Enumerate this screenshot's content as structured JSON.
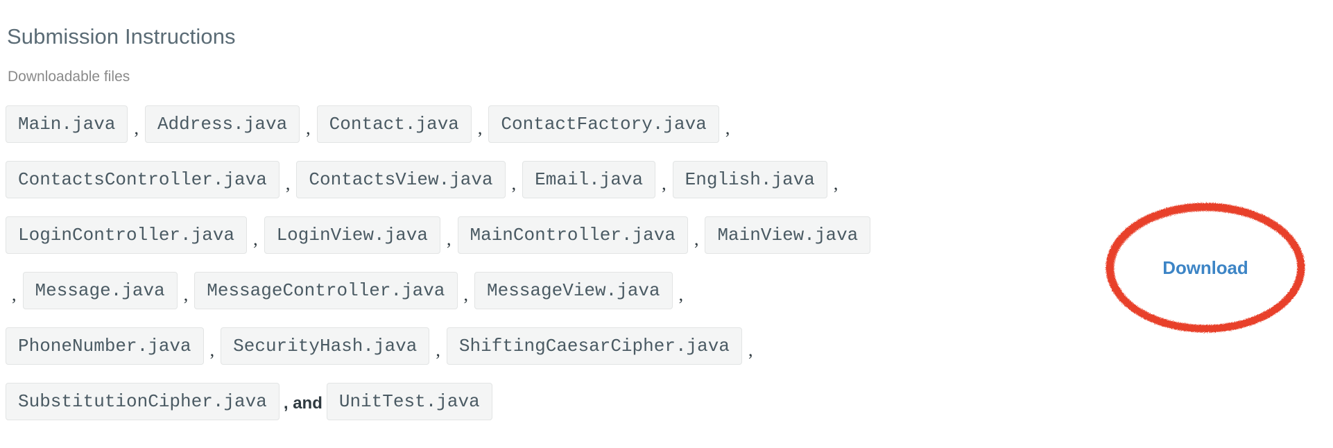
{
  "header": {
    "title": "Submission Instructions",
    "section_label": "Downloadable files"
  },
  "colors": {
    "title": "#5a6b75",
    "section_label": "#8a8a8a",
    "chip_bg": "#f4f5f5",
    "chip_border": "#e2e4e4",
    "chip_text": "#4a5a63",
    "link": "#3d85c6",
    "annotation": "#e8402a",
    "page_bg": "#ffffff"
  },
  "download": {
    "label": "Download",
    "annotation": "red-hand-drawn-ellipse"
  },
  "separators": {
    "comma": ",",
    "and": ", and"
  },
  "files": [
    "Main.java",
    "Address.java",
    "Contact.java",
    "ContactFactory.java",
    "ContactsController.java",
    "ContactsView.java",
    "Email.java",
    "English.java",
    "LoginController.java",
    "LoginView.java",
    "MainController.java",
    "MainView.java",
    "Message.java",
    "MessageController.java",
    "MessageView.java",
    "PhoneNumber.java",
    "SecurityHash.java",
    "ShiftingCaesarCipher.java",
    "SubstitutionCipher.java",
    "UnitTest.java"
  ],
  "file_lines": [
    {
      "lead": "",
      "items": [
        {
          "name": "Main.java",
          "sep": ","
        },
        {
          "name": "Address.java",
          "sep": ","
        },
        {
          "name": "Contact.java",
          "sep": ","
        },
        {
          "name": "ContactFactory.java",
          "sep": ","
        }
      ]
    },
    {
      "lead": "",
      "items": [
        {
          "name": "ContactsController.java",
          "sep": ","
        },
        {
          "name": "ContactsView.java",
          "sep": ","
        },
        {
          "name": "Email.java",
          "sep": ","
        },
        {
          "name": "English.java",
          "sep": ","
        }
      ]
    },
    {
      "lead": "",
      "items": [
        {
          "name": "LoginController.java",
          "sep": ","
        },
        {
          "name": "LoginView.java",
          "sep": ","
        },
        {
          "name": "MainController.java",
          "sep": ","
        },
        {
          "name": "MainView.java",
          "sep": ""
        }
      ]
    },
    {
      "lead": ",",
      "items": [
        {
          "name": "Message.java",
          "sep": ","
        },
        {
          "name": "MessageController.java",
          "sep": ","
        },
        {
          "name": "MessageView.java",
          "sep": ","
        }
      ]
    },
    {
      "lead": "",
      "items": [
        {
          "name": "PhoneNumber.java",
          "sep": ","
        },
        {
          "name": "SecurityHash.java",
          "sep": ","
        },
        {
          "name": "ShiftingCaesarCipher.java",
          "sep": ","
        }
      ]
    },
    {
      "lead": "",
      "items": [
        {
          "name": "SubstitutionCipher.java",
          "sep": ", and"
        },
        {
          "name": "UnitTest.java",
          "sep": ""
        }
      ]
    }
  ]
}
